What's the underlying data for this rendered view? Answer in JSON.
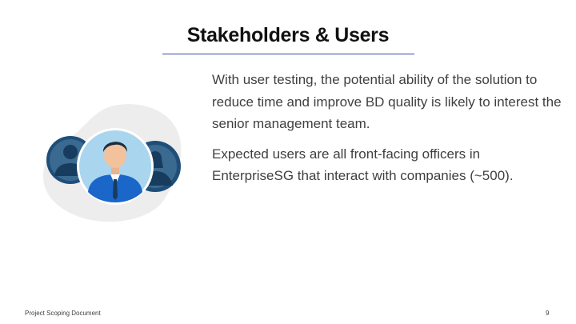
{
  "slide": {
    "title": "Stakeholders & Users",
    "paragraphs": [
      "With user testing, the potential ability of the solution to reduce time and improve BD quality is likely to interest the senior management team.",
      "Expected users are all front-facing officers in EnterpriseSG that interact with companies (~500)."
    ],
    "illustration_icon": "people-group-icon"
  },
  "footer": {
    "document_label": "Project Scoping Document",
    "page_number": "9"
  },
  "colors": {
    "title_rule": "#2f4f9f",
    "body_text": "#404040",
    "avatar_bg": "#a9d5ef",
    "suit_blue": "#1a66c9",
    "dark_figure": "#1f4e79"
  }
}
